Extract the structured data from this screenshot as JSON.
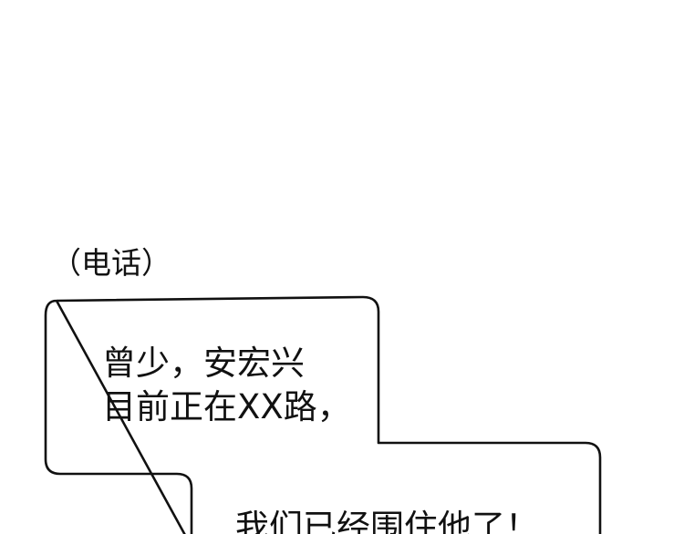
{
  "caption": "（电话）",
  "bubble": {
    "lines": [
      "曾少，安宏兴",
      "目前正在XX路，",
      "我们已经围住他了！"
    ]
  }
}
